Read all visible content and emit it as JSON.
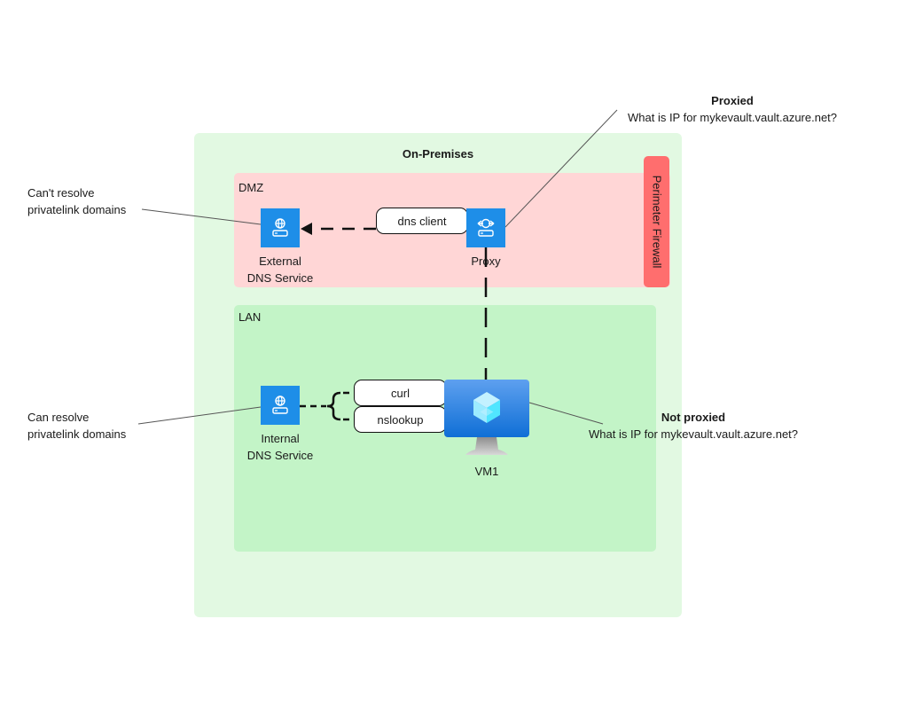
{
  "diagram": {
    "zones": {
      "on_premises": "On-Premises",
      "dmz": "DMZ",
      "lan": "LAN",
      "firewall": "Perimeter Firewall"
    },
    "nodes": {
      "external_dns": {
        "line1": "External",
        "line2": "DNS Service",
        "icon": "dns-server-icon"
      },
      "proxy": {
        "label": "Proxy",
        "icon": "proxy-icon"
      },
      "internal_dns": {
        "line1": "Internal",
        "line2": "DNS Service",
        "icon": "dns-server-icon"
      },
      "vm1": {
        "label": "VM1",
        "icon": "virtual-machine-icon"
      }
    },
    "clients": {
      "dns_client": "dns client",
      "curl": "curl",
      "nslookup": "nslookup"
    },
    "annotations": {
      "cant_resolve": {
        "line1": "Can't resolve",
        "line2": "privatelink domains"
      },
      "can_resolve": {
        "line1": "Can resolve",
        "line2": "privatelink domains"
      },
      "proxied": {
        "title": "Proxied",
        "text": "What is IP for mykevault.vault.azure.net?"
      },
      "not_proxied": {
        "title": "Not proxied",
        "text": "What is IP for mykevault.vault.azure.net?"
      }
    },
    "colors": {
      "on_premises_bg": "#e2f9e2",
      "dmz_bg": "#ffd6d6",
      "lan_bg": "#c3f4c7",
      "firewall_bg": "#ff6e6e",
      "service_blue": "#1e8ee8"
    }
  }
}
